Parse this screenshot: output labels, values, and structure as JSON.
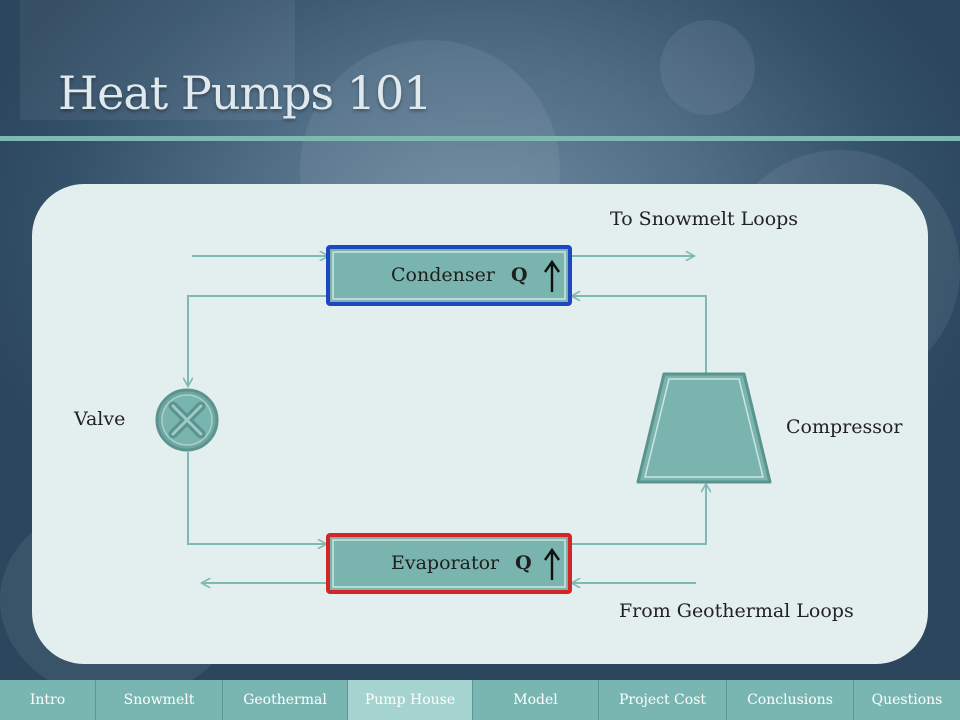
{
  "slide": {
    "title": "Heat Pumps 101"
  },
  "diagram": {
    "condenser": {
      "label": "Condenser",
      "q": "Q",
      "border_color": "#1e46c0"
    },
    "evaporator": {
      "label": "Evaporator",
      "q": "Q",
      "border_color": "#d22626"
    },
    "valve_label": "Valve",
    "compressor_label": "Compressor",
    "to_label": "To Snowmelt Loops",
    "from_label": "From Geothermal Loops",
    "line_color": "#7fb9b4",
    "component_fill": "#7ab4ae"
  },
  "nav": {
    "items": [
      "Intro",
      "Snowmelt",
      "Geothermal",
      "Pump House",
      "Model",
      "Project Cost",
      "Conclusions",
      "Questions"
    ],
    "active": "Pump House"
  }
}
